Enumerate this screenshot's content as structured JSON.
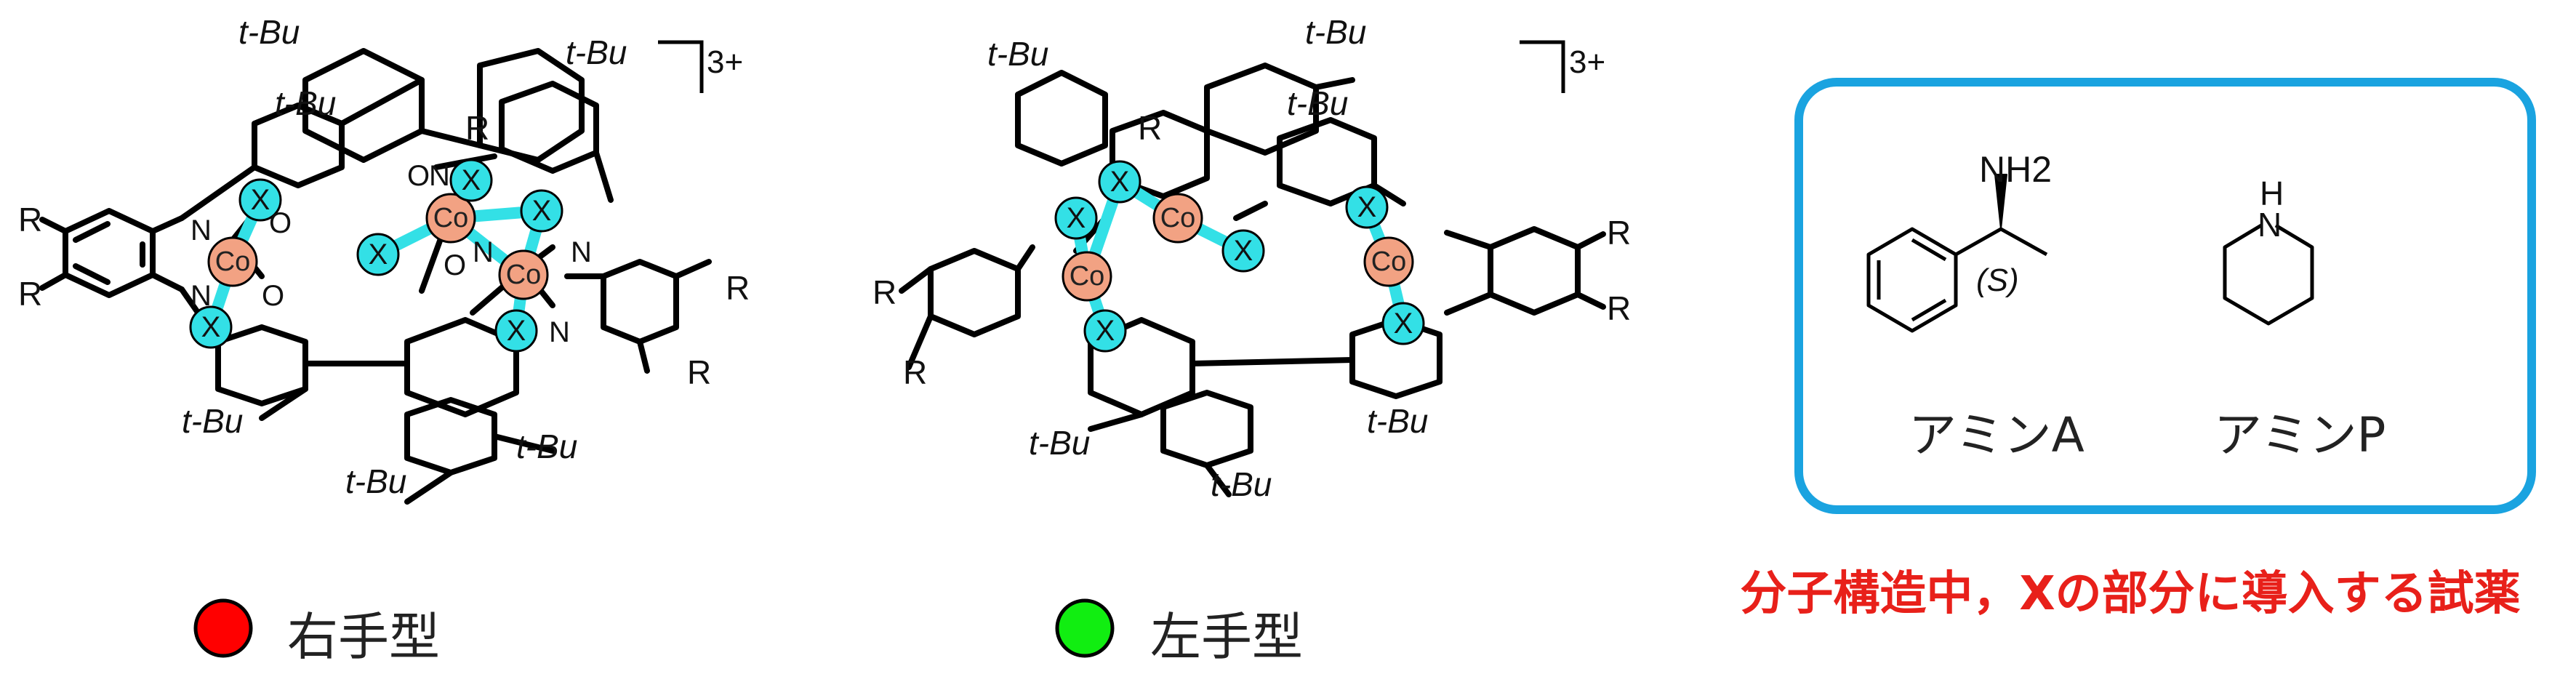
{
  "molecule_right": {
    "charge": "3+",
    "metal": "Co",
    "ligand": "X",
    "substituent_R": "R",
    "tbu": "t-Bu",
    "atoms": [
      "N",
      "O"
    ]
  },
  "molecule_left": {
    "charge": "3+",
    "metal": "Co",
    "ligand": "X",
    "substituent_R": "R",
    "tbu": "t-Bu"
  },
  "legend": [
    {
      "label": "右手型",
      "color": "#ff0000"
    },
    {
      "label": "左手型",
      "color": "#11ee11"
    }
  ],
  "reagents": {
    "border_color": "#1aa3e0",
    "amine_a": {
      "label": "アミンA",
      "group": "NH2",
      "stereo": "(S)"
    },
    "amine_p": {
      "label": "アミンP",
      "atom": "N",
      "h": "H"
    }
  },
  "caption": "分子構造中，Xの部分に導入する試薬",
  "caption_color": "#e8201a",
  "colors": {
    "cobalt": "#f2a283",
    "ligand_x": "#33e0e6",
    "bond_x": "#33e0e6"
  }
}
